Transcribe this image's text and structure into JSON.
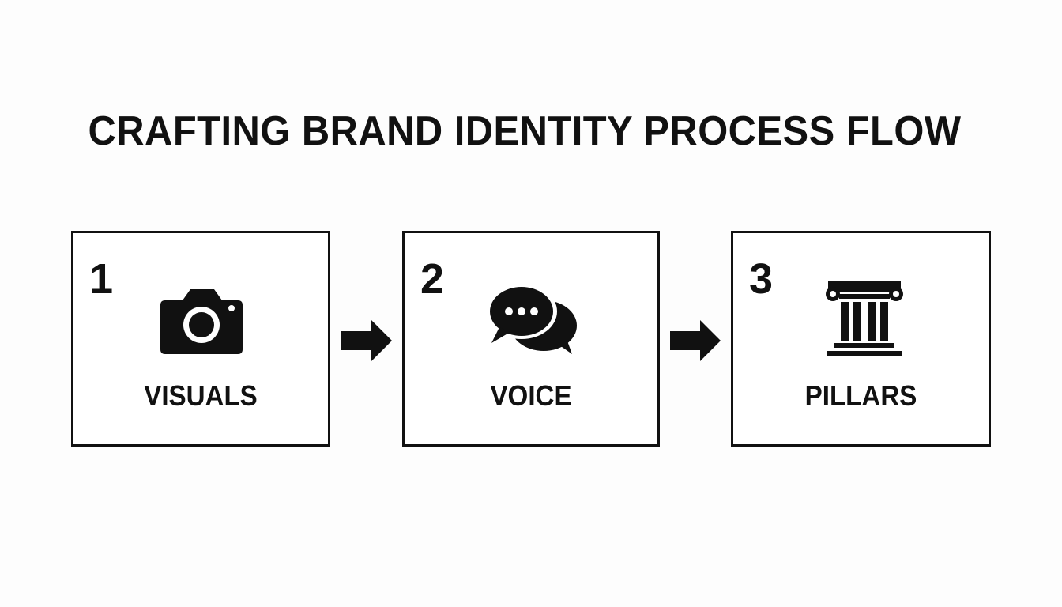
{
  "diagram": {
    "title": "CRAFTING BRAND IDENTITY PROCESS FLOW",
    "steps": [
      {
        "number": "1",
        "label": "VISUALS",
        "icon": "camera-icon"
      },
      {
        "number": "2",
        "label": "VOICE",
        "icon": "speech-bubbles-icon"
      },
      {
        "number": "3",
        "label": "PILLARS",
        "icon": "pillar-icon"
      }
    ],
    "arrows": [
      {
        "from": "1",
        "to": "2",
        "icon": "arrow-right-icon"
      },
      {
        "from": "2",
        "to": "3",
        "icon": "arrow-right-icon"
      }
    ],
    "colors": {
      "ink": "#111111",
      "background": "#fdfdfd"
    }
  }
}
